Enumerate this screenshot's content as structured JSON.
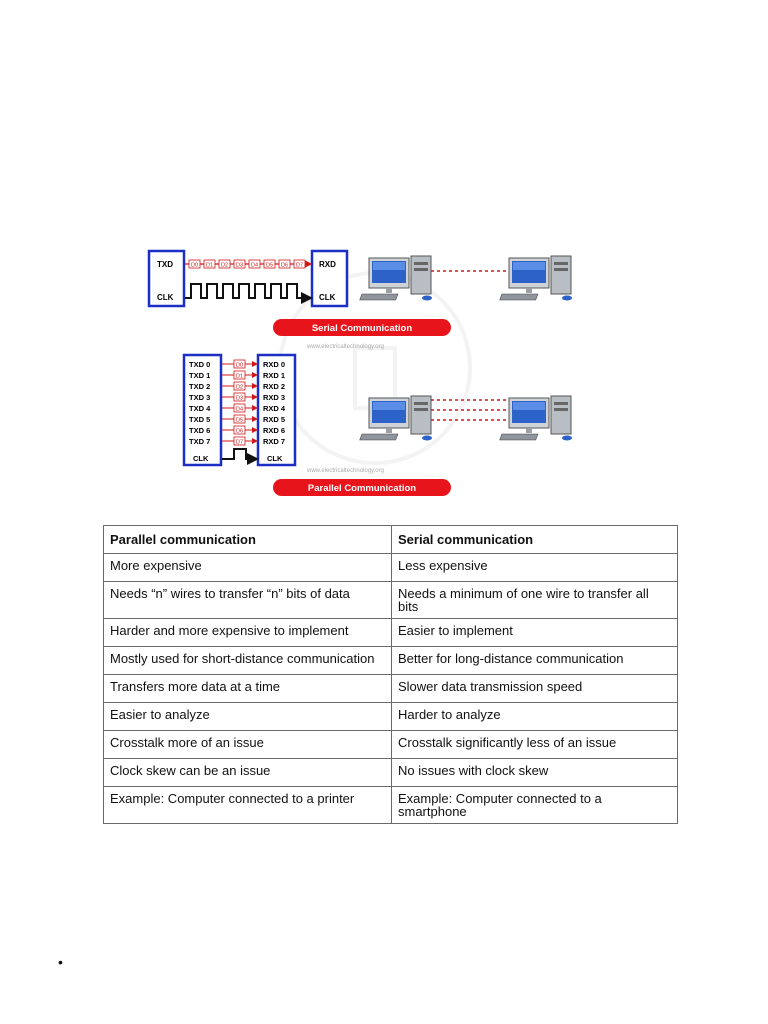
{
  "figure": {
    "watermark": "www.electricaltechnology.org",
    "serial": {
      "tx_label": "TXD",
      "rx_label": "RXD",
      "clk_label": "CLK",
      "bits": [
        "D0",
        "D1",
        "D2",
        "D3",
        "D4",
        "D5",
        "D6",
        "D7"
      ],
      "caption": "Serial Communication"
    },
    "parallel": {
      "tx_labels": [
        "TXD 0",
        "TXD 1",
        "TXD 2",
        "TXD 3",
        "TXD 4",
        "TXD 5",
        "TXD 6",
        "TXD 7"
      ],
      "rx_labels": [
        "RXD 0",
        "RXD 1",
        "RXD 2",
        "RXD 3",
        "RXD 4",
        "RXD 5",
        "RXD 6",
        "RXD 7"
      ],
      "bits": [
        "D0",
        "D1",
        "D2",
        "D3",
        "D4",
        "D5",
        "D6",
        "D7"
      ],
      "clk_label": "CLK",
      "caption": "Parallel Communication"
    },
    "colors": {
      "box": "#1c2fc4",
      "caption_bg": "#e8141b",
      "line": "#d01818",
      "signal": "#111111"
    }
  },
  "table": {
    "headers": [
      "Parallel communication",
      "Serial communication"
    ],
    "rows": [
      [
        "More expensive",
        "Less expensive"
      ],
      [
        "Needs “n” wires to transfer “n” bits of data",
        "Needs a minimum of one wire to transfer all bits"
      ],
      [
        "Harder and more expensive to implement",
        "Easier to implement"
      ],
      [
        "Mostly used for short-distance communication",
        "Better for long-distance communication"
      ],
      [
        "Transfers more data at a time",
        "Slower data transmission speed"
      ],
      [
        "Easier to analyze",
        "Harder to analyze"
      ],
      [
        "Crosstalk more of an issue",
        "Crosstalk significantly less of an issue"
      ],
      [
        "Clock skew can be an issue",
        "No issues with clock skew"
      ],
      [
        "Example: Computer connected to a printer",
        "Example: Computer connected to a smartphone"
      ]
    ]
  },
  "bullet": "•"
}
